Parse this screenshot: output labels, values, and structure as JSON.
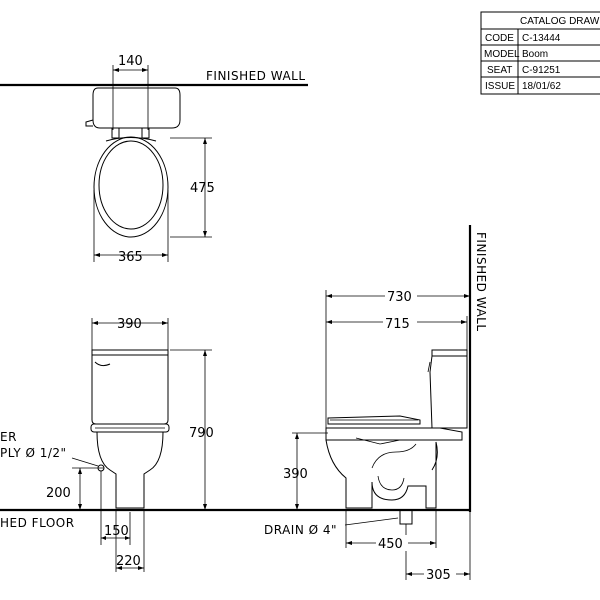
{
  "title_block": {
    "heading": "CATALOG DRAWING",
    "rows": [
      {
        "key": "CODE",
        "value": "C-13444"
      },
      {
        "key": "MODEL",
        "value": "Boom"
      },
      {
        "key": "SEAT",
        "value": "C-91251"
      },
      {
        "key": "ISSUE",
        "value": "18/01/62"
      }
    ]
  },
  "labels": {
    "finished_wall_top": "FINISHED  WALL",
    "finished_wall_side": "FINISHED  WALL",
    "finished_floor": "HED  FLOOR",
    "supply_line1": "ER",
    "supply_line2": "PLY  Ø 1/2\"",
    "drain": "DRAIN  Ø 4\""
  },
  "dimensions": {
    "plan_width_top": "140",
    "plan_depth": "475",
    "plan_width": "365",
    "front_width": "390",
    "front_height": "790",
    "supply_height": "200",
    "front_offset_150": "150",
    "front_base_220": "220",
    "side_depth_730": "730",
    "side_depth_715": "715",
    "side_seat_390": "390",
    "side_base_450": "450",
    "side_rough_305": "305"
  }
}
